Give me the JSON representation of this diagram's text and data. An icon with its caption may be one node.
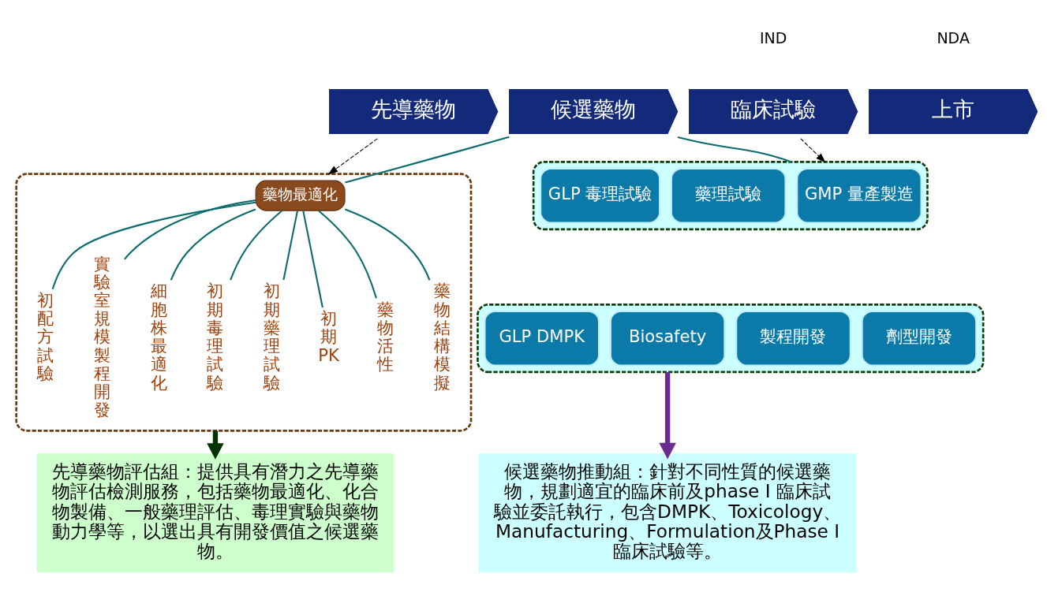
{
  "diagram": {
    "nodes": [
      {
        "text": [
          "先導藥物"
        ]
      },
      {
        "text": [
          "候選藥物"
        ]
      },
      {
        "text": [
          "臨床試驗"
        ]
      },
      {
        "text": [
          "上市"
        ]
      },
      {
        "text": [],
        "shape": "box"
      },
      {
        "text": [
          "藥物最適化"
        ],
        "in": 4
      },
      {
        "text": [
          "初配方試驗"
        ],
        "in": 4
      },
      {
        "text": [
          "實驗室規模製程開發"
        ],
        "in": 4
      },
      {
        "text": [
          "細胞株最適化"
        ],
        "in": 4
      },
      {
        "text": [
          "初期毒理試驗"
        ],
        "in": 4
      },
      {
        "text": [
          "初期藥理試驗"
        ],
        "in": 4
      },
      {
        "text": [
          "初期PK"
        ],
        "in": 4
      },
      {
        "text": [
          "藥物活性"
        ],
        "in": 4
      },
      {
        "text": [
          "藥物結構模擬"
        ],
        "in": 4
      },
      {
        "text": [],
        "shape": "box"
      },
      {
        "text": [
          "GMP 量產製造"
        ],
        "in": 14
      },
      {
        "text": [
          "藥理試驗"
        ],
        "in": 14
      },
      {
        "text": [
          "GLP 毒理試驗"
        ],
        "in": 14
      },
      {
        "text": [],
        "shape": "box"
      },
      {
        "text": [
          "劑型開發"
        ],
        "in": 18
      },
      {
        "text": [
          "製程開發"
        ],
        "in": 18
      },
      {
        "text": [
          "Biosafety"
        ],
        "in": 18
      },
      {
        "text": [
          "GLP DMPK"
        ],
        "in": 18
      },
      {
        "text": [
          "先導藥物評估組：提供具有潛力之先導藥物評估檢測服務，包括藥物最適化、化合物製備、一般藥理評估、毒理實驗與藥物動力學等，以選出具有開發價值之候選藥物。"
        ]
      },
      {
        "text": [
          "候選藥物推動組：針對不同性質的候選藥物，規劃適宜的臨床前及phase I 臨床試驗並委託執行，包含DMPK、Toxicology、Manufacturing、Formulation及Phase I 臨床試驗等。"
        ]
      }
    ],
    "edges": [
      {
        "from": 0,
        "to": 4,
        "arrow": "to",
        "style": "dashed",
        "color": "#000000"
      },
      {
        "from": 1,
        "to": 5,
        "arrow": "none"
      },
      {
        "from": 5,
        "to": 6,
        "arrow": "none"
      },
      {
        "from": 5,
        "to": 7,
        "arrow": "none"
      },
      {
        "from": 5,
        "to": 8,
        "arrow": "none"
      },
      {
        "from": 5,
        "to": 9,
        "arrow": "none"
      },
      {
        "from": 5,
        "to": 10,
        "arrow": "none"
      },
      {
        "from": 5,
        "to": 11,
        "arrow": "none"
      },
      {
        "from": 5,
        "to": 12,
        "arrow": "none"
      },
      {
        "from": 5,
        "to": 13,
        "arrow": "none"
      },
      {
        "from": 1,
        "to": 14,
        "arrow": "none"
      },
      {
        "from": 2,
        "to": 14,
        "arrow": "to",
        "style": "dashed",
        "color": "#000000"
      },
      {
        "from": 4,
        "to": 23,
        "arrow": "to",
        "style": "thick",
        "color": "#003300"
      },
      {
        "from": 18,
        "to": 24,
        "arrow": "to",
        "style": "thick",
        "color": "#6a2c91"
      }
    ],
    "labels": [
      "IND",
      "NDA"
    ]
  }
}
